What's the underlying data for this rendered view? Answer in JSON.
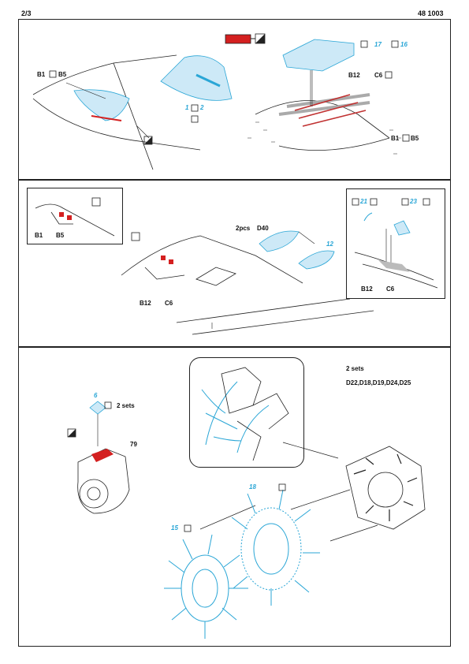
{
  "header": {
    "page": "2/3",
    "code": "48 1003"
  },
  "panel1": {
    "b1": "B1",
    "b5": "B5",
    "b12": "B12",
    "c6": "C6",
    "b1_right": "B1",
    "b5_right": "B5",
    "num_1": "1",
    "num_2": "2",
    "num_17": "17",
    "num_16": "16"
  },
  "panel2": {
    "b1": "B1",
    "b5": "B5",
    "pcs": "2pcs",
    "d40": "D40",
    "num_12": "12",
    "b12": "B12",
    "c6": "C6",
    "num_21": "21",
    "num_23": "23",
    "inset_b12": "B12",
    "inset_c6": "C6"
  },
  "panel3": {
    "num_6": "6",
    "sets_left": "2 sets",
    "num_79": "79",
    "sets_right": "2 sets",
    "parts_list": "D22,D18,D19,D24,D25",
    "num_18": "18",
    "num_15": "15"
  },
  "colors": {
    "accent_cyan": "#2aa6d6",
    "paint_red": "#d42020"
  }
}
